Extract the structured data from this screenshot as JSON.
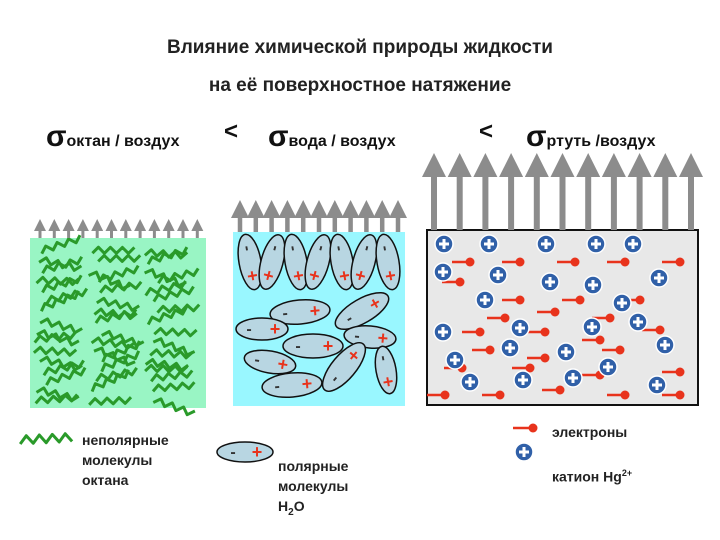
{
  "title_line1": "Влияние химической природы жидкости",
  "title_line2": "на её поверхностное натяжение",
  "sigma": "σ",
  "less_than": "<",
  "sigma_labels": [
    "октан / воздух",
    "вода / воздух",
    "ртуть /воздух"
  ],
  "charges": {
    "plus": "+",
    "minus": "-"
  },
  "legend": {
    "octane": "неполярные\nмолекулы\nоктана",
    "water": "полярные\nмолекулы",
    "water_formula_main": "H",
    "water_formula_sub": "2",
    "water_formula_end": "O",
    "electrons": "электроны",
    "cation": "катион Hg",
    "cation_sup": "2+"
  },
  "colors": {
    "octane_bg": "#99f5c4",
    "octane_zig": "#2a9a2a",
    "water_bg": "#99f7ff",
    "mercury_bg": "#e8e8e8",
    "arrow": "#8c8c8c",
    "plus_red": "#e8331c",
    "electron": "#e8331c",
    "cation": "#3060a8"
  }
}
